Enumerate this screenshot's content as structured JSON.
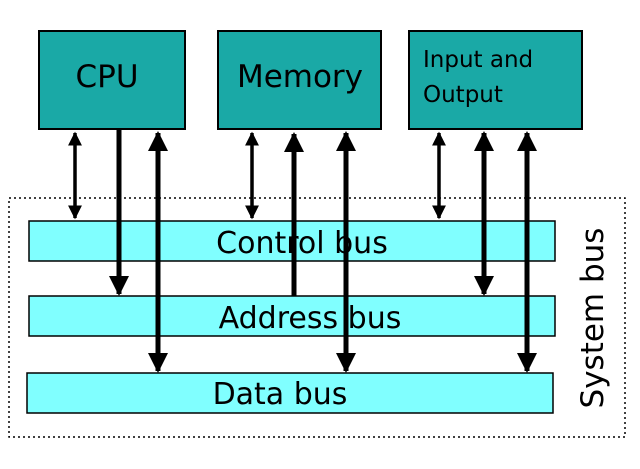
{
  "colors": {
    "component_fill": "#1aa9a6",
    "bus_fill": "#80ffff",
    "stroke": "#000000",
    "background": "#ffffff"
  },
  "components": {
    "cpu": "CPU",
    "memory": "Memory",
    "io_line1": "Input and",
    "io_line2": "Output"
  },
  "buses": {
    "control": "Control bus",
    "address": "Address bus",
    "data": "Data bus"
  },
  "system_bus": "System bus"
}
